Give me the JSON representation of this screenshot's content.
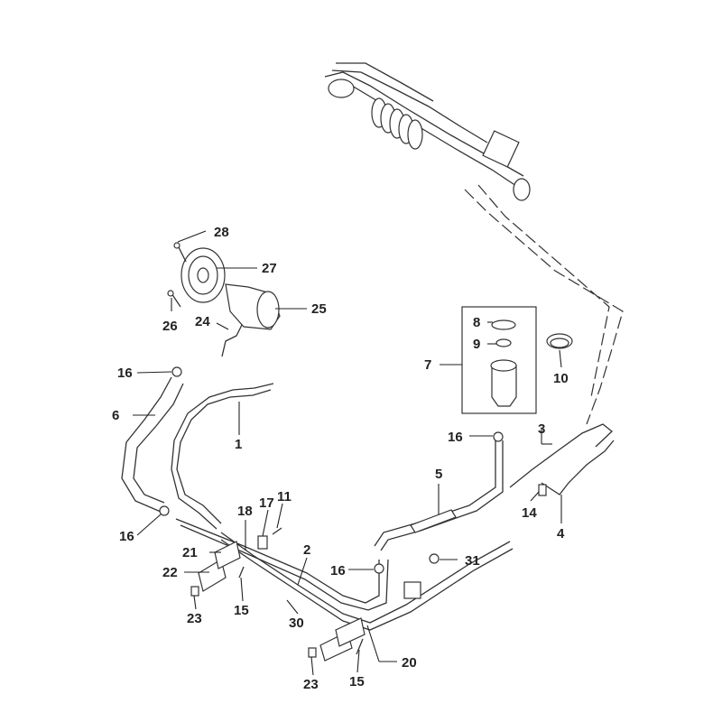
{
  "callouts": {
    "c1": "1",
    "c2": "2",
    "c3": "3",
    "c4": "4",
    "c5": "5",
    "c6": "6",
    "c7": "7",
    "c8": "8",
    "c9": "9",
    "c10": "10",
    "c11": "11",
    "c14": "14",
    "c15a": "15",
    "c15b": "15",
    "c16a": "16",
    "c16b": "16",
    "c16c": "16",
    "c16d": "16",
    "c17": "17",
    "c18": "18",
    "c20": "20",
    "c21": "21",
    "c22": "22",
    "c23a": "23",
    "c23b": "23",
    "c24": "24",
    "c25": "25",
    "c26": "26",
    "c27": "27",
    "c28": "28",
    "c30": "30",
    "c31": "31"
  }
}
